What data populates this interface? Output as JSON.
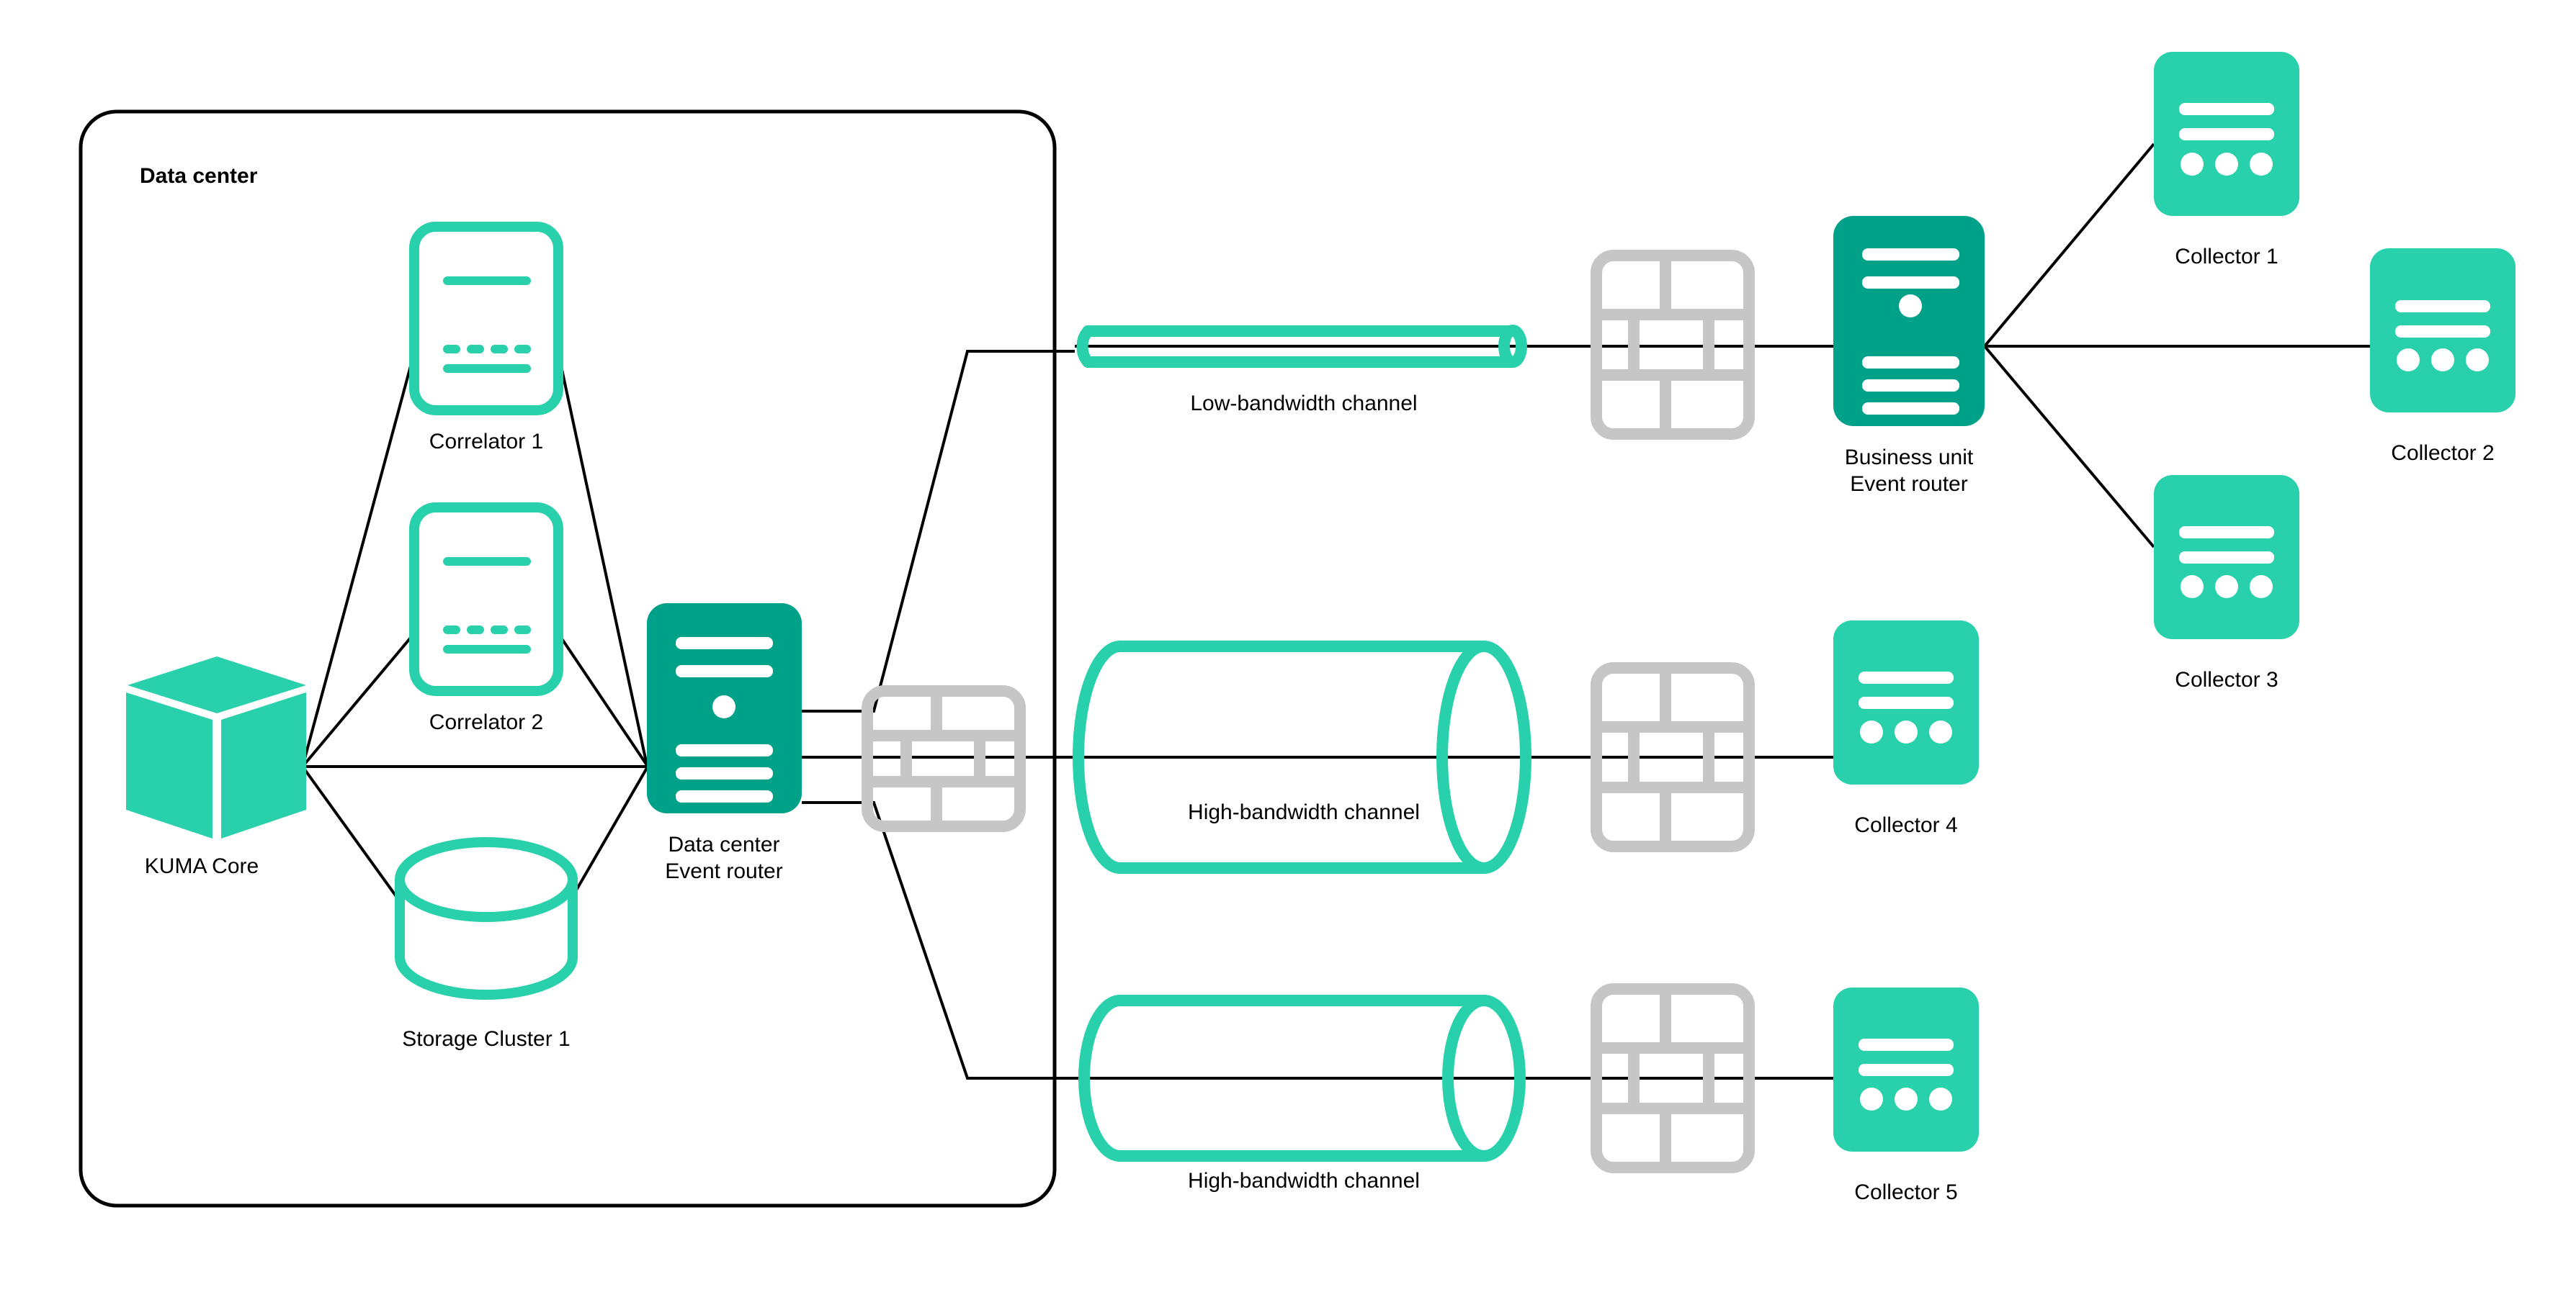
{
  "diagram": {
    "title": "KUMA distributed event routing architecture",
    "background": "#ffffff",
    "colors": {
      "teal_light": "#28d0ac",
      "teal_dark": "#00a189",
      "gray_firewall": "#c6c6c6",
      "line": "#000000",
      "text": "#000000"
    }
  },
  "zones": [
    {
      "id": "data-center",
      "label": "Data center",
      "border_color": "#000000"
    }
  ],
  "nodes": [
    {
      "id": "kuma-core",
      "label": "KUMA Core",
      "icon": "cube-icon",
      "color": "#28d0ac"
    },
    {
      "id": "correlator-1",
      "label": "Correlator 1",
      "icon": "correlator-icon",
      "color": "#28d0ac"
    },
    {
      "id": "correlator-2",
      "label": "Correlator 2",
      "icon": "correlator-icon",
      "color": "#28d0ac"
    },
    {
      "id": "storage-cluster-1",
      "label": "Storage Cluster 1",
      "icon": "database-icon",
      "color": "#28d0ac"
    },
    {
      "id": "dc-event-router",
      "label": "Data center\nEvent router",
      "icon": "server-icon",
      "color": "#00a189"
    },
    {
      "id": "firewall-dc",
      "label": "",
      "icon": "firewall-icon",
      "color": "#c6c6c6"
    },
    {
      "id": "low-bandwidth-channel",
      "label": "Low-bandwidth channel",
      "icon": "thin-pipe-icon",
      "color": "#28d0ac"
    },
    {
      "id": "high-bandwidth-channel-1",
      "label": "High-bandwidth channel",
      "icon": "wide-pipe-icon",
      "color": "#28d0ac"
    },
    {
      "id": "high-bandwidth-channel-2",
      "label": "High-bandwidth channel",
      "icon": "wide-pipe-icon",
      "color": "#28d0ac"
    },
    {
      "id": "firewall-top",
      "label": "",
      "icon": "firewall-icon",
      "color": "#c6c6c6"
    },
    {
      "id": "firewall-mid",
      "label": "",
      "icon": "firewall-icon",
      "color": "#c6c6c6"
    },
    {
      "id": "firewall-bottom",
      "label": "",
      "icon": "firewall-icon",
      "color": "#c6c6c6"
    },
    {
      "id": "bu-event-router",
      "label": "Business unit\nEvent router",
      "icon": "server-icon",
      "color": "#00a189"
    },
    {
      "id": "collector-1",
      "label": "Collector 1",
      "icon": "collector-icon",
      "color": "#28d0ac"
    },
    {
      "id": "collector-2",
      "label": "Collector 2",
      "icon": "collector-icon",
      "color": "#28d0ac"
    },
    {
      "id": "collector-3",
      "label": "Collector 3",
      "icon": "collector-icon",
      "color": "#28d0ac"
    },
    {
      "id": "collector-4",
      "label": "Collector 4",
      "icon": "collector-icon",
      "color": "#28d0ac"
    },
    {
      "id": "collector-5",
      "label": "Collector 5",
      "icon": "collector-icon",
      "color": "#28d0ac"
    }
  ],
  "labels": {
    "data_center": "Data center",
    "kuma_core": "KUMA Core",
    "correlator_1": "Correlator 1",
    "correlator_2": "Correlator 2",
    "storage_cluster_1": "Storage Cluster 1",
    "dc_event_router_line1": "Data center",
    "dc_event_router_line2": "Event router",
    "bu_event_router_line1": "Business unit",
    "bu_event_router_line2": "Event router",
    "low_bandwidth_channel": "Low-bandwidth channel",
    "high_bandwidth_channel_1": "High-bandwidth channel",
    "high_bandwidth_channel_2": "High-bandwidth channel",
    "collector_1": "Collector 1",
    "collector_2": "Collector 2",
    "collector_3": "Collector 3",
    "collector_4": "Collector 4",
    "collector_5": "Collector 5"
  },
  "edges": [
    {
      "from": "kuma-core",
      "to": "correlator-1"
    },
    {
      "from": "kuma-core",
      "to": "correlator-2"
    },
    {
      "from": "kuma-core",
      "to": "storage-cluster-1"
    },
    {
      "from": "kuma-core",
      "to": "dc-event-router"
    },
    {
      "from": "correlator-1",
      "to": "dc-event-router"
    },
    {
      "from": "correlator-2",
      "to": "dc-event-router"
    },
    {
      "from": "storage-cluster-1",
      "to": "dc-event-router"
    },
    {
      "from": "dc-event-router",
      "to": "low-bandwidth-channel"
    },
    {
      "from": "dc-event-router",
      "to": "high-bandwidth-channel-1"
    },
    {
      "from": "dc-event-router",
      "to": "high-bandwidth-channel-2"
    },
    {
      "from": "low-bandwidth-channel",
      "to": "bu-event-router"
    },
    {
      "from": "high-bandwidth-channel-1",
      "to": "collector-4"
    },
    {
      "from": "high-bandwidth-channel-2",
      "to": "collector-5"
    },
    {
      "from": "bu-event-router",
      "to": "collector-1"
    },
    {
      "from": "bu-event-router",
      "to": "collector-2"
    },
    {
      "from": "bu-event-router",
      "to": "collector-3"
    }
  ]
}
